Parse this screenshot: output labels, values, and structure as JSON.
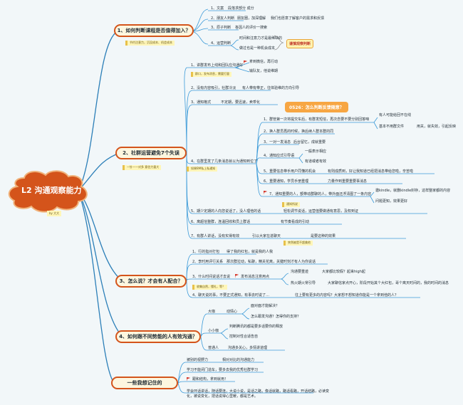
{
  "root": {
    "title": "L2 沟通观察能力",
    "byline": "by 大大"
  },
  "branches": [
    {
      "title": "1、如何判断课程是否值得加入？",
      "note": "节约注意力，沉没成本、机会成本",
      "items": [
        "1、文案",
        "段落求部分 成分",
        "2、朋友人判断",
        "朋友圈，加深理解",
        "我们也愿意了解客户的需求和反馈",
        "3、原子判断",
        "各因人的评价一搜索",
        "4、运营判断",
        "时间和注意力才是最稀缺的",
        "做过也是一种机会成本"
      ],
      "tag": "谨慎观察判断"
    },
    {
      "title": "2、社群运营避免7个失误",
      "note": "一针一一对多 意信力量大",
      "items": [
        "1、讲群发布上线和回队应沟通好",
        "拿到微信，再行动",
        "群口，发布消息，需要打量",
        "输队友，他说维期",
        "2、没有内容吸引，社群冷淡",
        "有人带有带正，往体验维的方向引导",
        "3、通知格式",
        "不定期，要迅速，卖乖化",
        "4、在群里发了几条消息就以为通知到位了",
        "如果BM私上私通知",
        "1、群管第一次将提交车后，有群发短信，再次念要不要分别回答咱",
        "有人可能给回不在线",
        "基本不用群文件",
        "用关，就失效，引起反映",
        "2、换人群员再的时候，换后续人群本群的同",
        "3、一对一发消息",
        "后台留忆，成就重要",
        "4、通知应式引导语",
        "一般表示相应",
        "有道或者有效",
        "5、重要信息带手用户同懂的机会",
        "有则成质到，好让我知道已经把消息带给您啦，辛苦啦",
        "6、重要通知，学员手册重理",
        "力量作到重要重要事消息",
        "7、通知重要的人，额带动群聊的人，带外面还浮清图了一条内容",
        "邀kindle，就删kindle封存，这样整家都的内容",
        "问题更知，效果更好",
        "5、期少定期的人向您说话了，没人理他的话",
        "轻松调节说话，运营值要做通有意思，及权到证",
        "6、离超信整群，连温回收和员上群话",
        "有节奏看成的引动",
        "7、有群人讲话，没有实得有效",
        "引以大家在进聊天",
        "是要这种的效果"
      ],
      "callout": "0526：怎么判断反馈随意？",
      "note2": "通知所说",
      "note3": "突然被是不超美他",
      "note4": "前中以信息"
    },
    {
      "title": "3、怎么说？才会有人配合？",
      "items": [
        "1、行的指对打包",
        "得了我的红包，就是我的人我",
        "2、李时用评行关系",
        "那次群拉动，私聊，精关花离，关键时刻才有人为你说话",
        "3、什么时间说话才去说",
        "发布消息注意用点",
        "沟通要重迹",
        "大家都比较假？起来high起",
        "热火期火常引导",
        "大家聊信家点开心，阶段开始其个大红包，哥个离天时间的，我的时间的消息",
        "4、聊天说的事，不要正式通知，有事去时说了...",
        "往上要有更多的内容吗？大家想不想知道你能是一个拿到他的人？"
      ],
      "note": "收集自然，懂礼，等？"
    },
    {
      "title": "4、如何跟不同势能的人有效沟通？",
      "items": [
        "大咖",
        "动情心",
        "面对面才能解决？",
        "怎么跟发沟通？怎得你的支持？",
        "小小咖",
        "判断腾讯的都是要多话要你的释放",
        "控制对性合适告自",
        "普通人",
        "沟通多关心，多情讲道理"
      ]
    },
    {
      "title": "一些我想记住的",
      "items": [
        "被别的视野力",
        "相对对比的沟通能力",
        "学习不能闭门造车，要多去我的优秀社群学习",
        "跟和结构，拿到就用！",
        "学会环话讲话，随话要连，大说小说，是话之路，像话就路，路话看路，开话结路，必读变化，被说变化，把话说得心里暖，都是艺术。"
      ]
    }
  ]
}
